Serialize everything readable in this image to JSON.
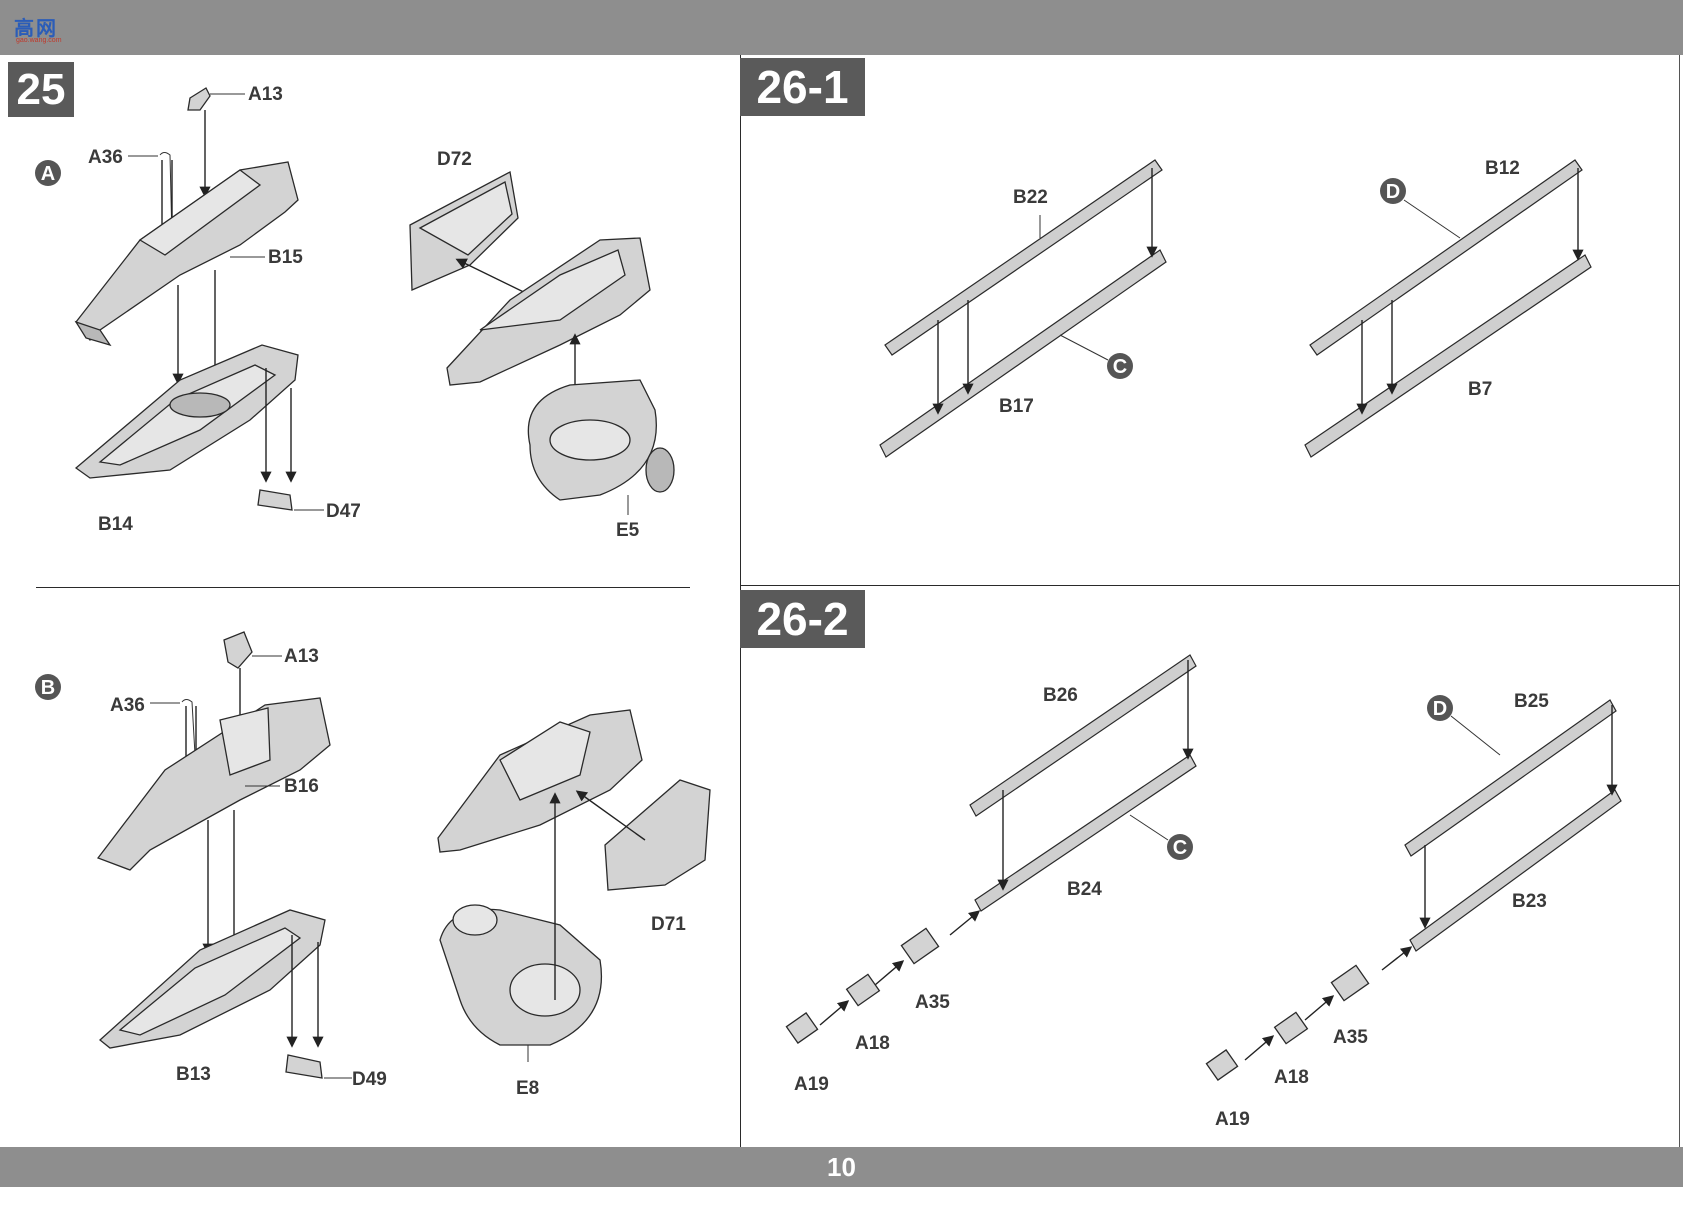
{
  "header": {
    "logo_text": "高网",
    "logo_sub": "gao.wang.com"
  },
  "footer": {
    "page_number": "10"
  },
  "steps": {
    "s25": {
      "number": "25"
    },
    "s26_1": {
      "number": "26-1"
    },
    "s26_2": {
      "number": "26-2"
    }
  },
  "variants": {
    "A": "A",
    "B": "B",
    "C": "C",
    "D": "D"
  },
  "labels": {
    "s25_a": {
      "a13": "A13",
      "a36": "A36",
      "b15": "B15",
      "b14": "B14",
      "d47": "D47",
      "d72": "D72",
      "e5": "E5"
    },
    "s25_b": {
      "a13": "A13",
      "a36": "A36",
      "b16": "B16",
      "b13": "B13",
      "d49": "D49",
      "d71": "D71",
      "e8": "E8"
    },
    "s26_1": {
      "b22": "B22",
      "b17": "B17",
      "b12": "B12",
      "b7": "B7"
    },
    "s26_2": {
      "b26": "B26",
      "b24": "B24",
      "b25": "B25",
      "b23": "B23",
      "a35_l": "A35",
      "a18_l": "A18",
      "a19_l": "A19",
      "a35_r": "A35",
      "a18_r": "A18",
      "a19_r": "A19"
    }
  },
  "colors": {
    "bar": "#8e8e8e",
    "badge": "#5a5a5a",
    "part_fill": "#d3d3d3"
  }
}
